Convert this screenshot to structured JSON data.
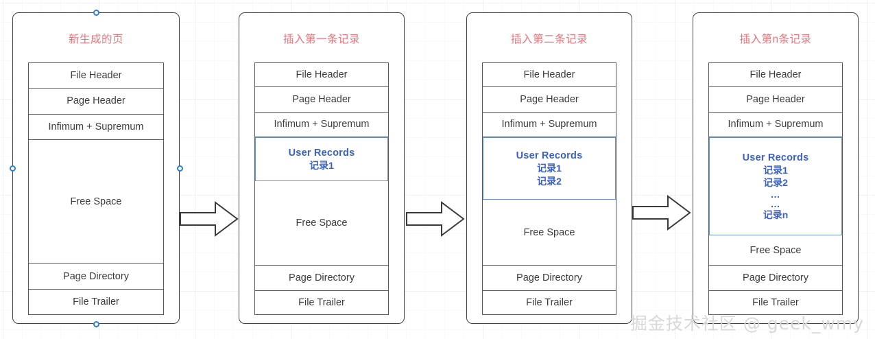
{
  "diagram": {
    "watermark": "掘金技术社区 @ geek_wmy",
    "title_color": "#e8747c",
    "records_color": "#3a5fc8",
    "records_border_color": "#6a8fd0",
    "panel_border_color": "#404040",
    "segment_border_color": "#595959",
    "selection_handle_color": "#2b7fd4"
  },
  "panels": [
    {
      "title": "新生成的页",
      "segments": [
        {
          "label": "File Header",
          "kind": "plain"
        },
        {
          "label": "Page Header",
          "kind": "plain"
        },
        {
          "label": "Infimum + Supremum",
          "kind": "plain"
        },
        {
          "label": "Free Space",
          "kind": "plain"
        },
        {
          "label": "Page Directory",
          "kind": "plain"
        },
        {
          "label": "File Trailer",
          "kind": "plain"
        }
      ],
      "selected": true
    },
    {
      "title": "插入第一条记录",
      "segments": [
        {
          "label": "File Header",
          "kind": "plain"
        },
        {
          "label": "Page Header",
          "kind": "plain"
        },
        {
          "label": "Infimum + Supremum",
          "kind": "plain"
        },
        {
          "label": "User Records",
          "kind": "records",
          "lines": [
            "记录1"
          ]
        },
        {
          "label": "Free Space",
          "kind": "plain"
        },
        {
          "label": "Page Directory",
          "kind": "plain"
        },
        {
          "label": "File Trailer",
          "kind": "plain"
        }
      ],
      "selected": false
    },
    {
      "title": "插入第二条记录",
      "segments": [
        {
          "label": "File Header",
          "kind": "plain"
        },
        {
          "label": "Page Header",
          "kind": "plain"
        },
        {
          "label": "Infimum + Supremum",
          "kind": "plain"
        },
        {
          "label": "User Records",
          "kind": "records",
          "lines": [
            "记录1",
            "记录2"
          ]
        },
        {
          "label": "Free Space",
          "kind": "plain"
        },
        {
          "label": "Page Directory",
          "kind": "plain"
        },
        {
          "label": "File Trailer",
          "kind": "plain"
        }
      ],
      "selected": false
    },
    {
      "title": "插入第n条记录",
      "segments": [
        {
          "label": "File Header",
          "kind": "plain"
        },
        {
          "label": "Page Header",
          "kind": "plain"
        },
        {
          "label": "Infimum + Supremum",
          "kind": "plain"
        },
        {
          "label": "User Records",
          "kind": "records",
          "lines": [
            "记录1",
            "记录2",
            "…",
            "…",
            "记录n"
          ]
        },
        {
          "label": "Free Space",
          "kind": "plain"
        },
        {
          "label": "Page Directory",
          "kind": "plain"
        },
        {
          "label": "File Trailer",
          "kind": "plain"
        }
      ],
      "selected": false
    }
  ],
  "arrows": [
    {
      "name": "arrow-panel1-to-panel2"
    },
    {
      "name": "arrow-panel2-to-panel3"
    },
    {
      "name": "arrow-panel3-to-panel4"
    }
  ]
}
